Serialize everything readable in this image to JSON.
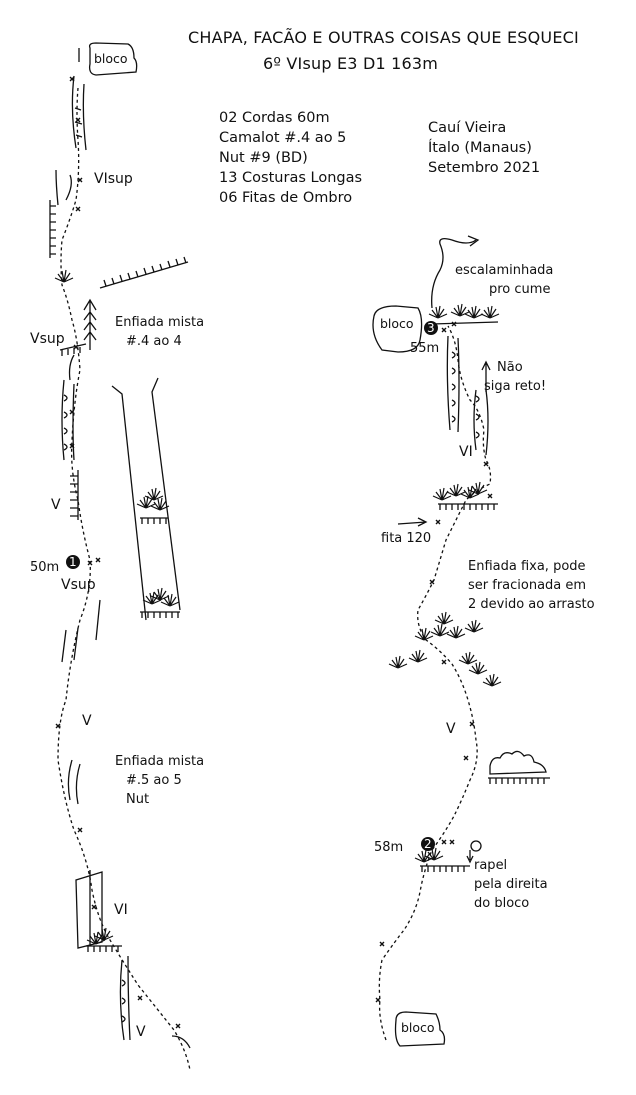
{
  "title": "CHAPA, FACÃO E OUTRAS COISAS QUE ESQUECI",
  "subtitle": "6º VIsup E3 D1 163m",
  "gear": [
    "02 Cordas 60m",
    "Camalot #.4 ao 5",
    "Nut #9 (BD)",
    "13 Costuras Longas",
    "06 Fitas de Ombro"
  ],
  "credits": [
    "Cauí Vieira",
    "Ítalo (Manaus)",
    "Setembro 2021"
  ],
  "left": {
    "bloco_top": "bloco",
    "grade_visup": "VIsup",
    "grade_vsup": "Vsup",
    "enfiada1": [
      "Enfiada mista",
      "#.4 ao 4"
    ],
    "grade_v1": "V",
    "station1_length": "50m",
    "station1_number": "1",
    "station1_grade": "Vsup",
    "grade_v2": "V",
    "enfiada2": [
      "Enfiada mista",
      "#.5 ao 5",
      "Nut"
    ],
    "grade_vi": "VI",
    "grade_v3": "V"
  },
  "right": {
    "cume": [
      "escalaminhada",
      "pro cume"
    ],
    "bloco_top": "bloco",
    "station3_number": "3",
    "station3_length": "55m",
    "nao_siga": [
      "Não",
      "siga reto!"
    ],
    "grade_vi": "VI",
    "fita": "fita 120",
    "enfiada_fixa": [
      "Enfiada fixa, pode",
      "ser fracionada em",
      "2 devido ao arrasto"
    ],
    "grade_v": "V",
    "station2_length": "58m",
    "station2_number": "2",
    "rapel": [
      "rapel",
      "pela direita",
      "do bloco"
    ],
    "bloco_bottom": "bloco"
  }
}
